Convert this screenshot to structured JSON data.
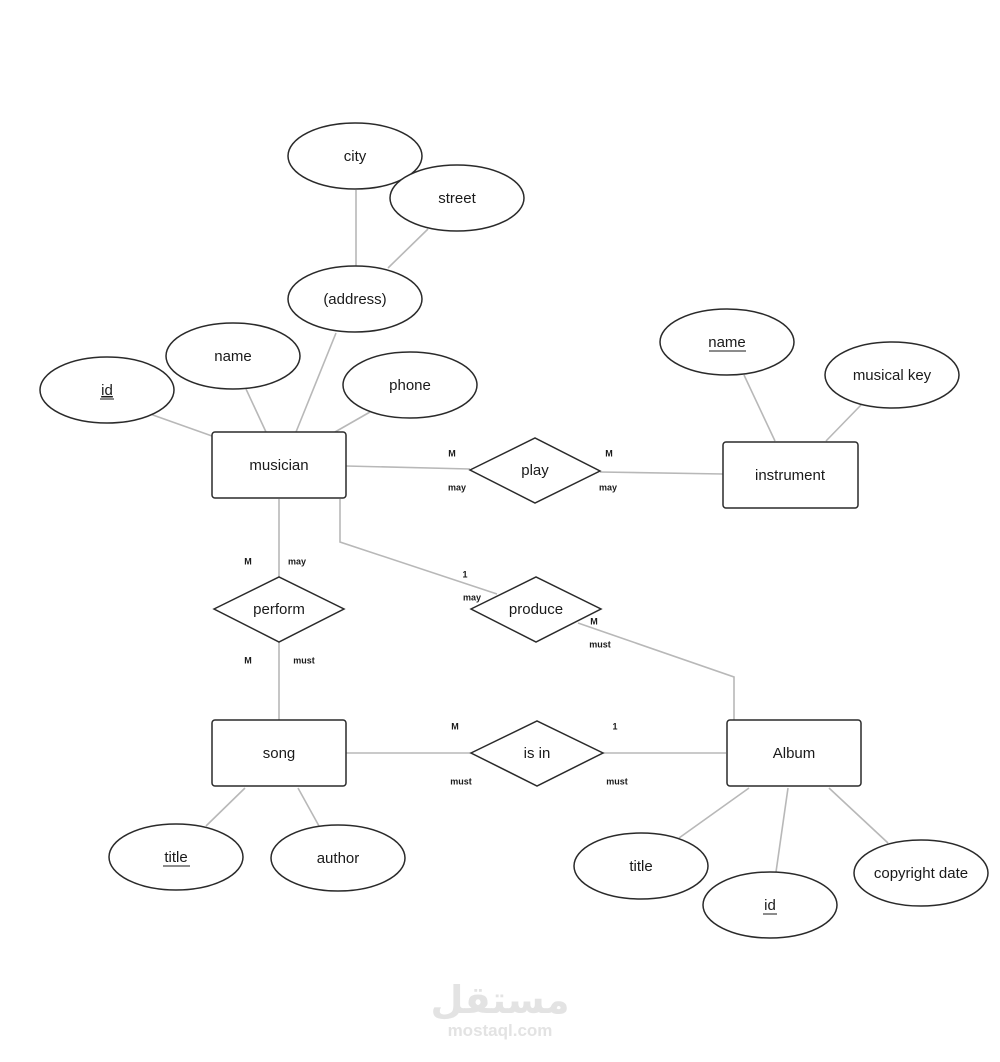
{
  "entities": {
    "musician": "musician",
    "instrument": "instrument",
    "song": "song",
    "album": "Album"
  },
  "relationships": {
    "play": "play",
    "perform": "perform",
    "produce": "produce",
    "is_in": "is in"
  },
  "attributes": {
    "musician": {
      "id": "id",
      "name": "name",
      "address": "(address)",
      "city": "city",
      "street": "street",
      "phone": "phone"
    },
    "instrument": {
      "name": "name",
      "musical_key": "musical key"
    },
    "song": {
      "title": "title",
      "author": "author"
    },
    "album": {
      "title": "title",
      "id": "id",
      "copyright_date": "copyright date"
    }
  },
  "cardinality": {
    "play_left_max": "M",
    "play_left_min": "may",
    "play_right_max": "M",
    "play_right_min": "may",
    "perform_top_max": "M",
    "perform_top_min": "may",
    "perform_bottom_max": "M",
    "perform_bottom_min": "must",
    "produce_left_max": "1",
    "produce_left_min": "may",
    "produce_right_max": "M",
    "produce_right_min": "must",
    "isin_left_max": "M",
    "isin_left_min": "must",
    "isin_right_max": "1",
    "isin_right_min": "must"
  },
  "watermark": {
    "arabic": "مستقل",
    "latin": "mostaql.com"
  }
}
